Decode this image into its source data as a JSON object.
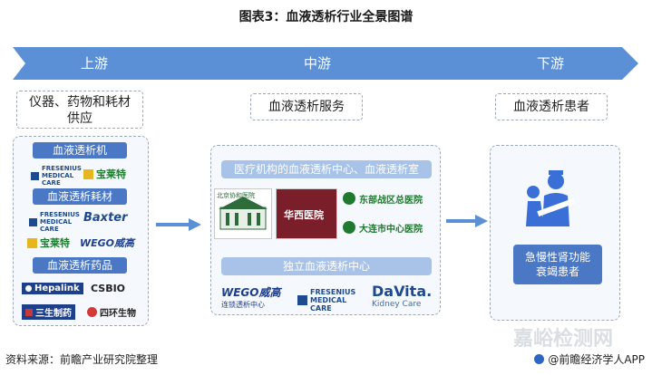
{
  "title": "图表3：血液透析行业全景图谱",
  "stages": {
    "upstream": "上游",
    "midstream": "中游",
    "downstream": "下游"
  },
  "upstream": {
    "heading": "仪器、药物和耗材供应",
    "categories": {
      "machines": "血液透析机",
      "consumables": "血液透析耗材",
      "drugs": "血液透析药品"
    },
    "logos": {
      "fresenius": "FRESENIUS MEDICAL CARE",
      "baolaite": "宝莱特",
      "baxter": "Baxter",
      "wego": "WEGO威高",
      "hepalink": "Hepalink",
      "csbio": "CSBIO",
      "sansheng": "三生制药",
      "sihuan": "四环生物"
    }
  },
  "midstream": {
    "heading": "血液透析服务",
    "service1": "医疗机构的血液透析中心、血液透析室",
    "service2": "独立血液透析中心",
    "hospitals": {
      "peking": "北京协和医院",
      "westchina": "华西医院",
      "dongdu": "东部战区总医院",
      "dalian": "大连市中心医院"
    },
    "logos": {
      "wego": "WEGO威高",
      "wego_sub": "连锁透析中心",
      "fresenius": "FRESENIUS MEDICAL CARE",
      "davita": "DaVita.",
      "davita_sub": "Kidney Care"
    }
  },
  "downstream": {
    "heading": "血液透析患者",
    "patients": "急慢性肾功能衰竭患者"
  },
  "source": "资料来源：前瞻产业研究院整理",
  "credit": "@前瞻经济学人APP",
  "watermark": "嘉峪检测网"
}
